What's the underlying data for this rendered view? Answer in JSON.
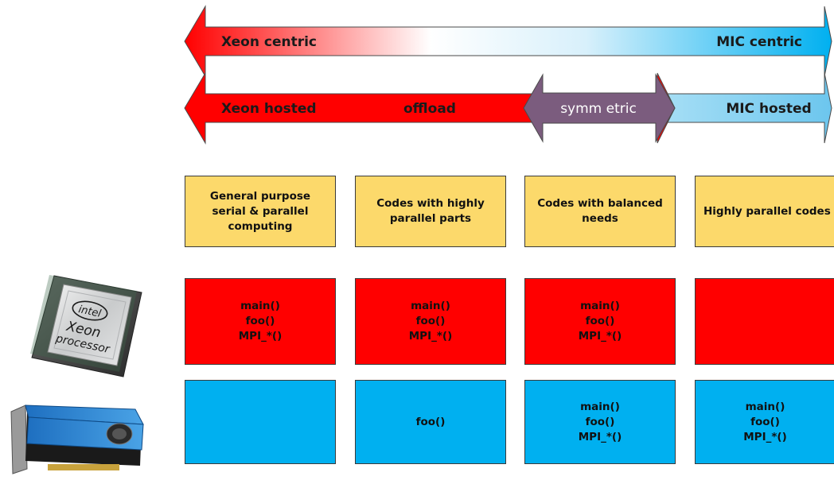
{
  "arrows": {
    "centric_left": "Xeon centric",
    "centric_right": "MIC centric",
    "hosted": "Xeon hosted",
    "offload": "offload",
    "symmetric": "symm etric",
    "mic_hosted": "MIC hosted"
  },
  "columns": [
    {
      "header": "General purpose\nserial & parallel\ncomputing",
      "xeon_code": "main()\nfoo()\nMPI_*()",
      "mic_code": ""
    },
    {
      "header": "Codes with highly\nparallel parts",
      "xeon_code": "main()\nfoo()\nMPI_*()",
      "mic_code": "foo()"
    },
    {
      "header": "Codes with balanced\nneeds",
      "xeon_code": "main()\nfoo()\nMPI_*()",
      "mic_code": "main()\nfoo()\nMPI_*()"
    },
    {
      "header": "Highly parallel codes",
      "xeon_code": "",
      "mic_code": "main()\nfoo()\nMPI_*()"
    }
  ],
  "xeon_chip": {
    "brand": "intel",
    "line1": "Xeon",
    "line2": "processor"
  },
  "colors": {
    "xeon_red": "#FF0000",
    "mic_blue": "#00B0F0",
    "mic_light": "#8DD3F2",
    "symmetric_purple": "#7B5C7E",
    "header_yellow": "#FCD96B"
  }
}
